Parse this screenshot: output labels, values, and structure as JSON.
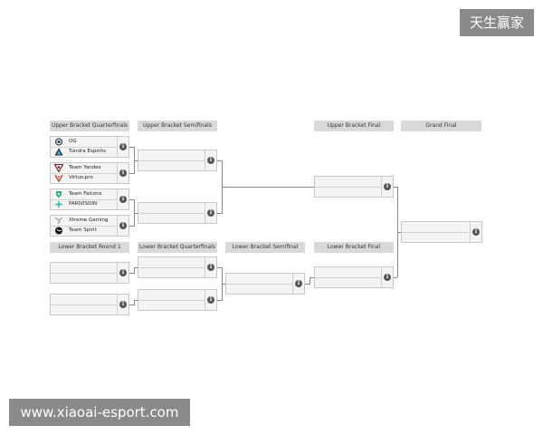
{
  "headers": {
    "ubqf": "Upper Bracket Quarterfinals",
    "ubsf": "Upper Bracket Semifinals",
    "ubf": "Upper Bracket Final",
    "gf": "Grand Final",
    "lbr1": "Lower Bracket Round 1",
    "lbqf": "Lower Bracket Quarterfinals",
    "lbsf": "Lower Bracket Semifinal",
    "lbf": "Lower Bracket Final"
  },
  "upper_qf": [
    {
      "team1": "OG",
      "team2": "Tundra Esports",
      "logo1": "og-logo-icon",
      "logo2": "tundra-logo-icon"
    },
    {
      "team1": "Team Yandex",
      "team2": "Virtus.pro",
      "logo1": "yandex-logo-icon",
      "logo2": "virtuspro-logo-icon"
    },
    {
      "team1": "Team Falcons",
      "team2": "PARIVISION",
      "logo1": "falcons-logo-icon",
      "logo2": "parivision-logo-icon"
    },
    {
      "team1": "Xtreme Gaming",
      "team2": "Team Spirit",
      "logo1": "xtreme-logo-icon",
      "logo2": "spirit-logo-icon"
    }
  ],
  "info_glyph": "i",
  "watermark_top": "天生赢家",
  "watermark_bottom": "www.xiaoai-esport.com",
  "colors": {
    "header_bg": "#d9d9d9",
    "match_bg": "#f4f4f4",
    "line": "#888888",
    "watermark_bg": "#8a8a8a"
  }
}
